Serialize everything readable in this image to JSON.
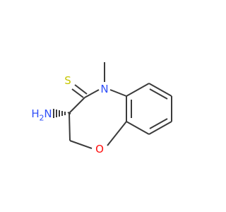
{
  "molecule": {
    "atoms": {
      "sulfur": {
        "symbol": "S",
        "color": "#c6c600"
      },
      "ring_nitrogen": {
        "symbol": "N",
        "color": "#3050f8"
      },
      "ring_oxygen": {
        "symbol": "O",
        "color": "#ff0d0d"
      },
      "amino": {
        "symbol": "H",
        "subscript": "2",
        "heteroatom": "N",
        "color": "#3050f8"
      }
    },
    "colors": {
      "bond": "#3b3b3b",
      "background": "#ffffff"
    },
    "stereo": "hashed-wedge"
  }
}
